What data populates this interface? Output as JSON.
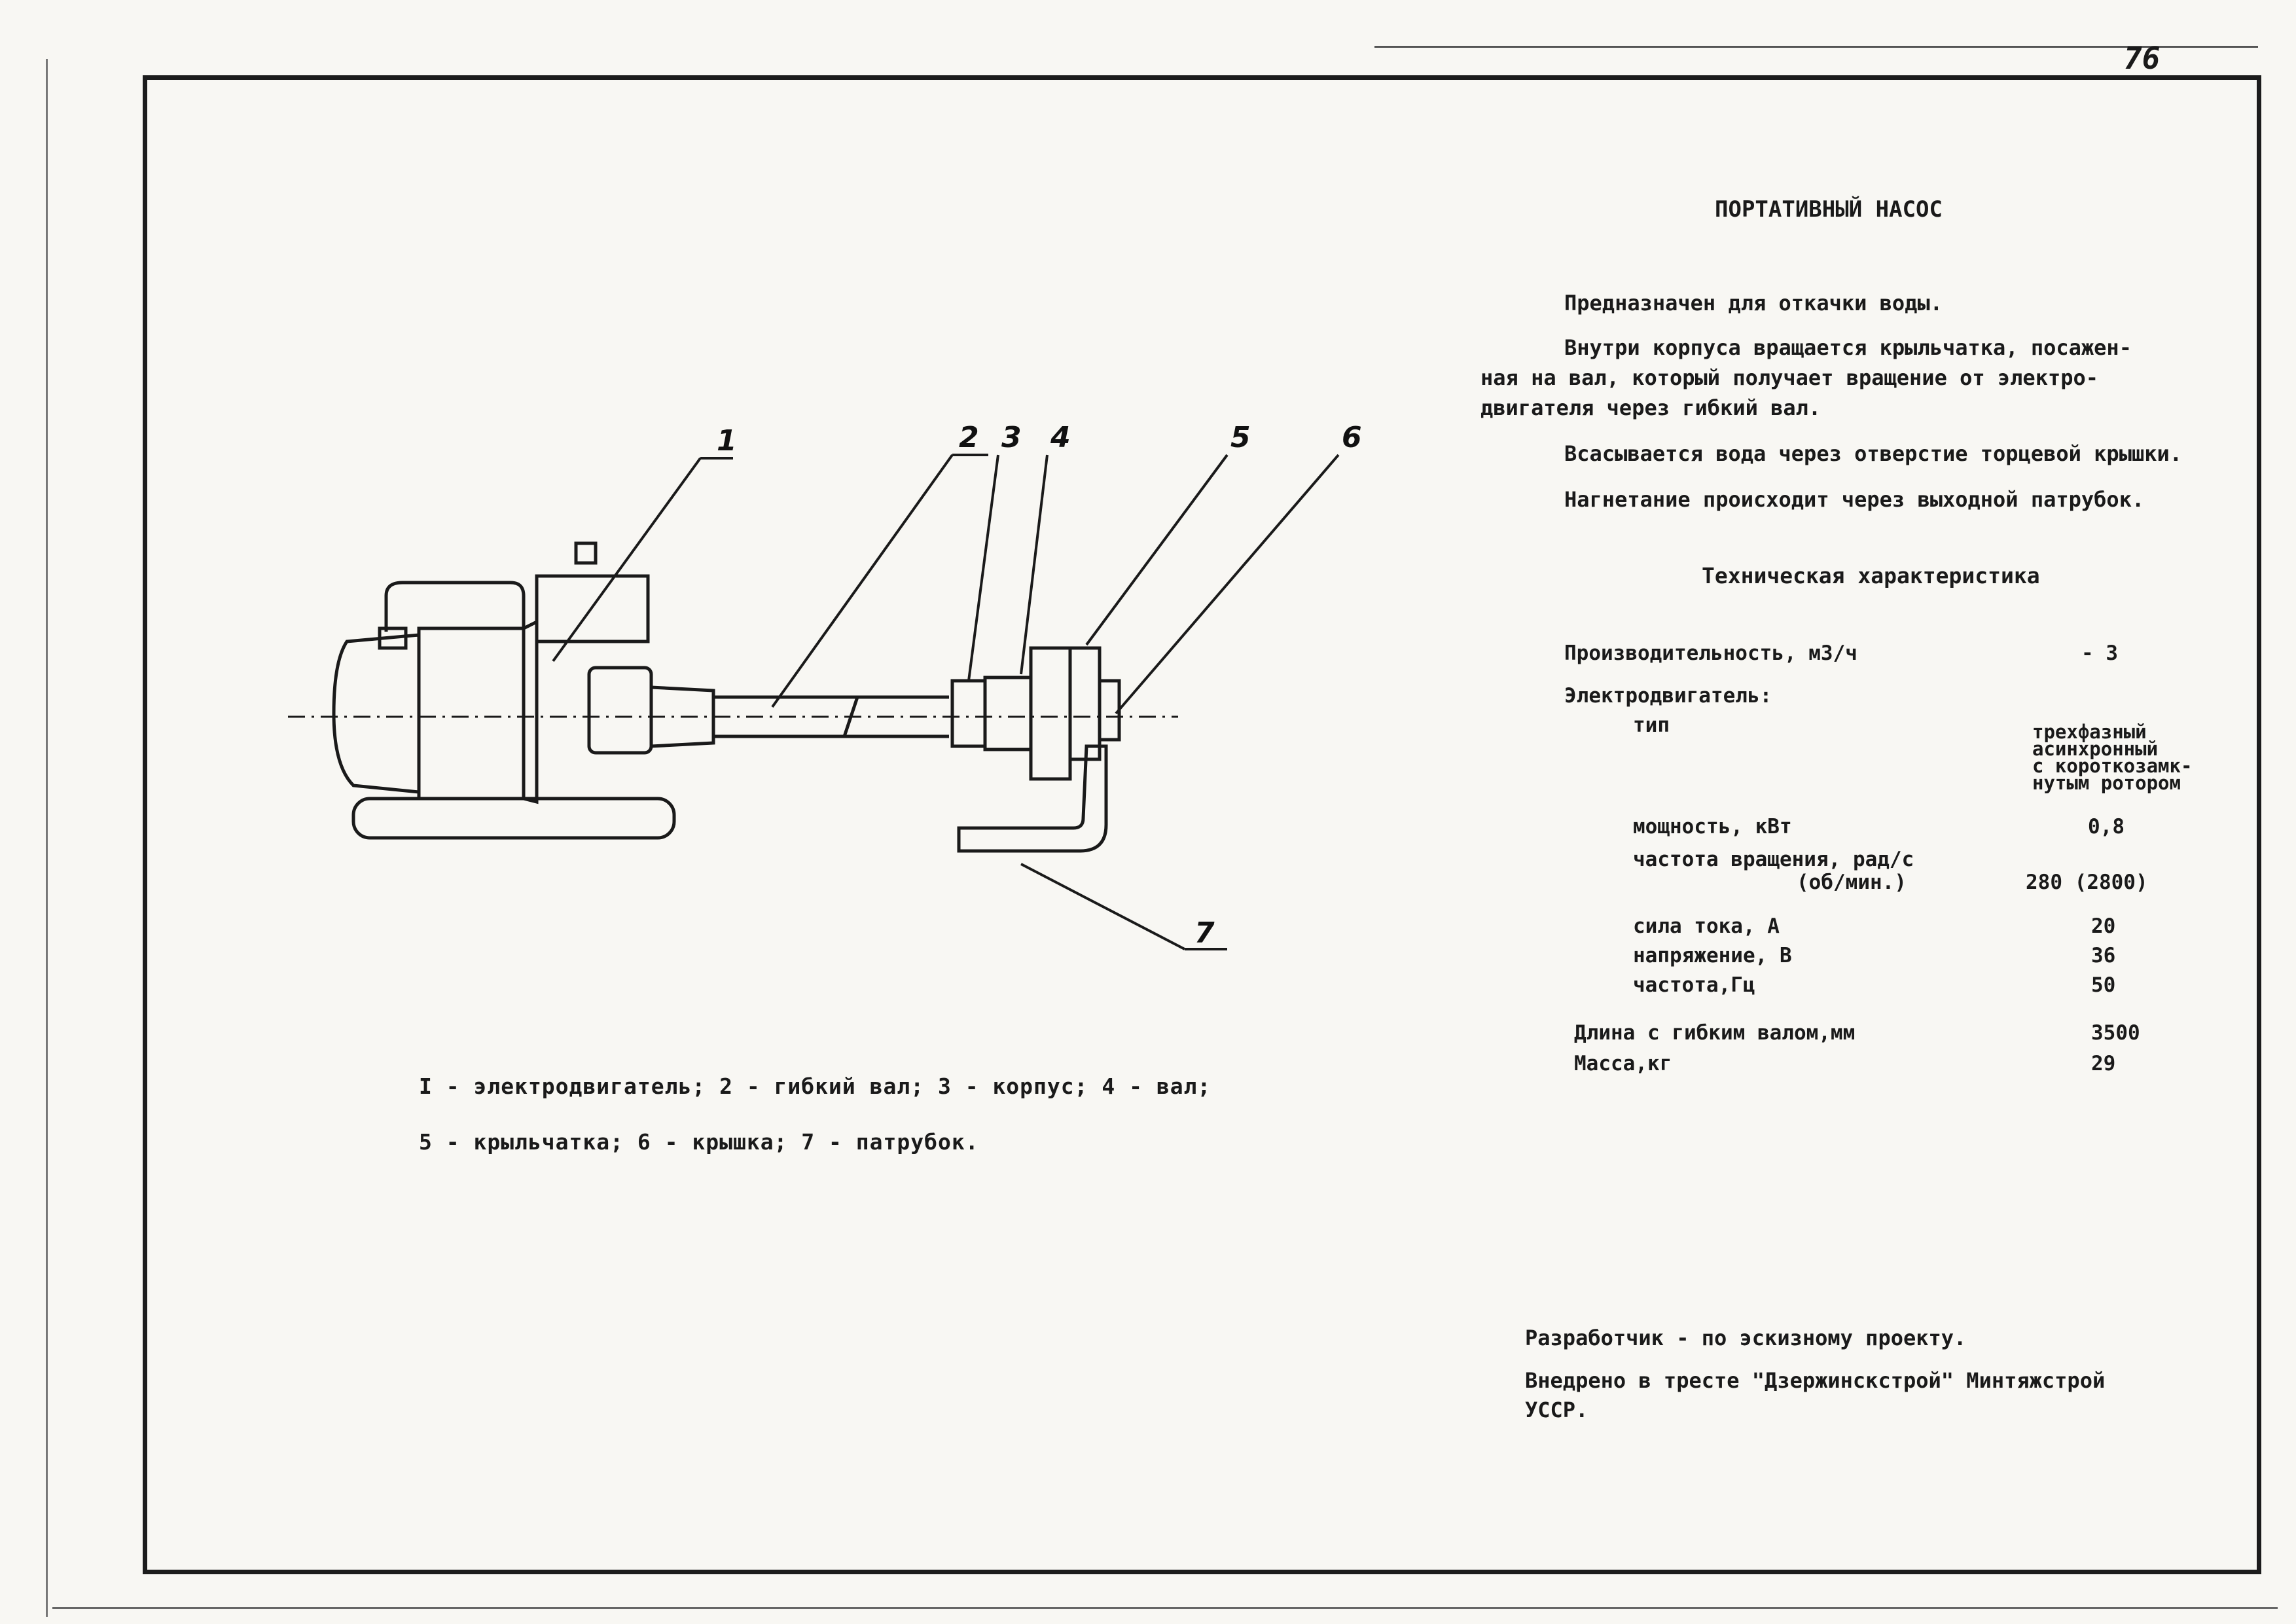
{
  "page_number": "76",
  "figure": {
    "callouts": [
      "1",
      "2",
      "3",
      "4",
      "5",
      "6",
      "7"
    ],
    "caption": [
      "I - электродвигатель; 2 - гибкий вал; 3 - корпус; 4 - вал;",
      "5 - крыльчатка; 6 - крышка; 7 - патрубок."
    ]
  },
  "title": "ПОРТАТИВНЫЙ НАСОС",
  "description": [
    "Предназначен для откачки воды.",
    "Внутри корпуса вращается крыльчатка, посажен-",
    "ная на вал, который получает вращение от электро-",
    "двигателя через гибкий вал.",
    "Всасывается вода через отверстие торцевой крышки.",
    "Нагнетание происходит через выходной патрубок."
  ],
  "specs": {
    "heading": "Техническая характеристика",
    "capacity": {
      "label": "Производительность, м3/ч",
      "value": "- 3"
    },
    "motor_heading": "Электродвигатель:",
    "type": {
      "label": "тип",
      "value": [
        "трехфазный",
        "асинхронный",
        "с короткозамк-",
        "нутым ротором"
      ]
    },
    "power": {
      "label": "мощность, кВт",
      "value": "0,8"
    },
    "speed": {
      "label": "частота вращения, рад/с",
      "label2": "(об/мин.)",
      "value": "280 (2800)"
    },
    "current": {
      "label": "сила тока, А",
      "value": "20"
    },
    "voltage": {
      "label": "напряжение, В",
      "value": "36"
    },
    "frequency": {
      "label": "частота,Гц",
      "value": "50"
    },
    "length": {
      "label": "Длина с гибким валом,мм",
      "value": "3500"
    },
    "mass": {
      "label": "Масса,кг",
      "value": "29"
    }
  },
  "footer": {
    "developer": "Разработчик - по эскизному проекту.",
    "implemented_1": "Внедрено в тресте \"Дзержинскстрой\" Минтяжстрой",
    "implemented_2": "УССР."
  }
}
